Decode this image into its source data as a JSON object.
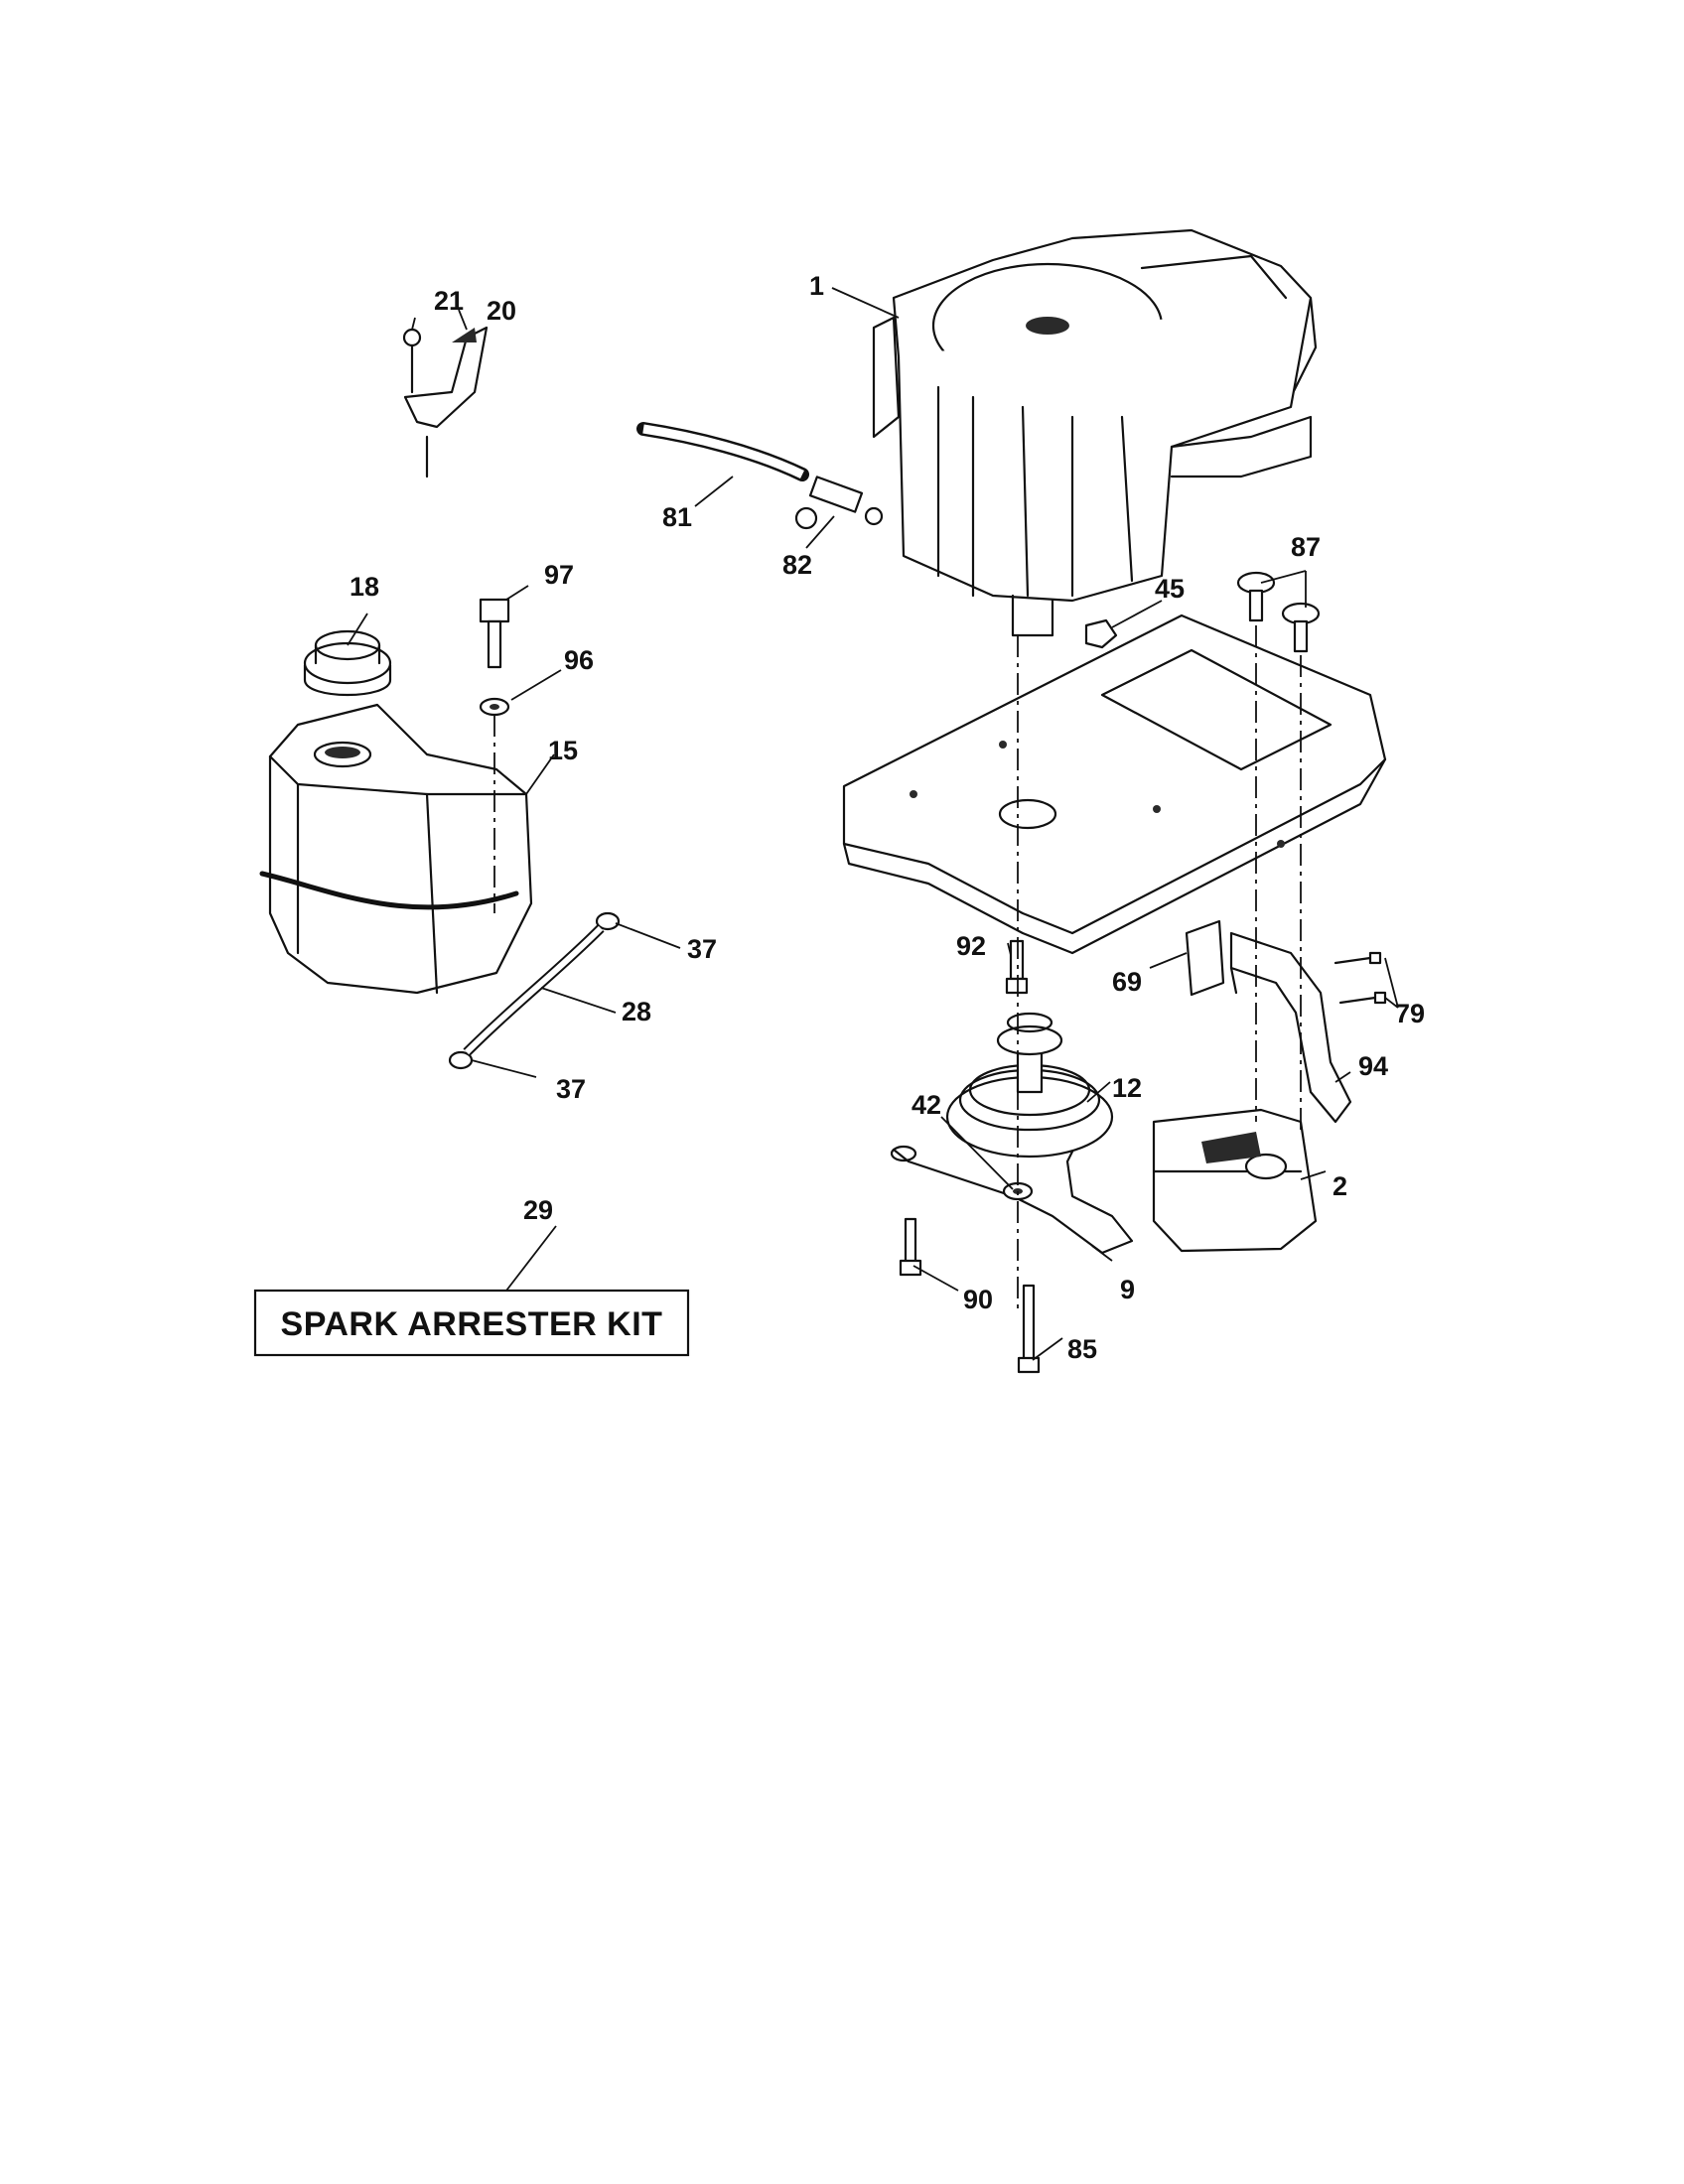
{
  "callouts": {
    "c1": "1",
    "c2": "2",
    "c9": "9",
    "c12": "12",
    "c15": "15",
    "c18": "18",
    "c20": "20",
    "c21": "21",
    "c28": "28",
    "c29": "29",
    "c37a": "37",
    "c37b": "37",
    "c42": "42",
    "c45": "45",
    "c69": "69",
    "c79": "79",
    "c81": "81",
    "c82": "82",
    "c85": "85",
    "c87": "87",
    "c90": "90",
    "c92": "92",
    "c94": "94",
    "c96": "96",
    "c97": "97"
  },
  "kit": {
    "label": "SPARK ARRESTER KIT"
  },
  "icons": {
    "engine": "engine-icon",
    "fuel_tank": "fuel-tank-icon",
    "muffler": "muffler-icon",
    "pulley": "pulley-icon"
  }
}
